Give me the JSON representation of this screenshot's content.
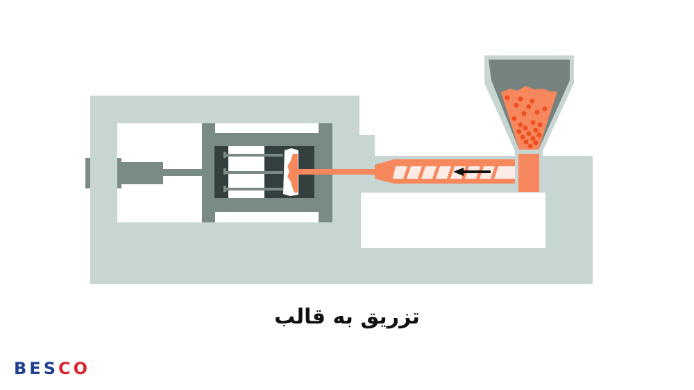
{
  "caption": "تزریق به قالب",
  "logo": {
    "part1": "BES",
    "part2": "CO"
  },
  "colors": {
    "frame": "#c7d6d3",
    "platen": "#7a8a87",
    "mold_dark": "#33403f",
    "melt": "#f7875c",
    "pellets": "#ef4f1f",
    "screw_flights": "#fdece5",
    "hopper_top": "#75827f",
    "arrow": "#111111",
    "logo_blue": "#1f3f8f",
    "logo_red": "#d9262e"
  },
  "diagram": {
    "components": [
      "machine-frame",
      "clamping-cylinder",
      "moving-platen",
      "mold",
      "ejector-pins",
      "molded-part",
      "nozzle",
      "barrel",
      "screw",
      "hopper",
      "plastic-pellets",
      "direction-arrow"
    ],
    "arrow_direction": "left"
  }
}
